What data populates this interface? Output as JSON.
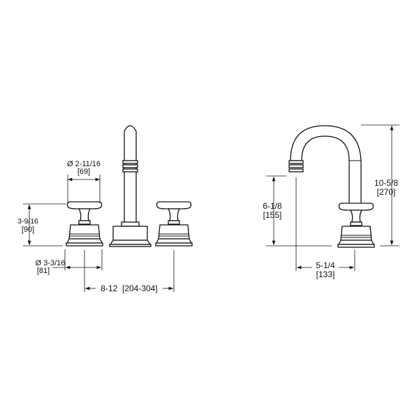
{
  "front_view": {
    "handle_diameter": {
      "imperial": "Ø 2-11/16",
      "metric": "[69]"
    },
    "handle_height": {
      "imperial": "3-9/16",
      "metric": "[90]"
    },
    "base_diameter": {
      "imperial": "Ø 3-3/16",
      "metric": "[81]"
    },
    "spread": {
      "label": "8-12  [204-304]"
    }
  },
  "side_view": {
    "spout_height": {
      "imperial": "6-1/8",
      "metric": "[155]"
    },
    "overall_height": {
      "imperial": "10-5/8",
      "metric": "[270]"
    },
    "spout_reach": {
      "imperial": "5-1/4",
      "metric": "[133]"
    }
  }
}
